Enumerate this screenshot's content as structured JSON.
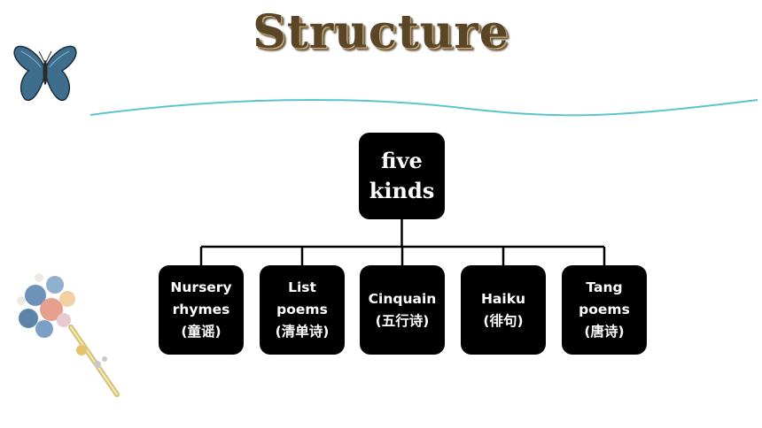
{
  "slide": {
    "title": "Structure"
  },
  "diagram": {
    "root": {
      "label": "five\nkinds"
    },
    "children": [
      {
        "label": "Nursery\nrhymes\n(童谣)"
      },
      {
        "label": "List\npoems\n(清单诗)"
      },
      {
        "label": "Cinquain\n(五行诗)"
      },
      {
        "label": "Haiku\n(徘句)"
      },
      {
        "label": "Tang\npoems\n(唐诗)"
      }
    ]
  },
  "colors": {
    "node_fill": "#000000",
    "node_text": "#ffffff",
    "wave_line": "#5bc4cf",
    "title_text": "#5a4526"
  },
  "decorations": {
    "top_left": "butterfly-icon",
    "bottom_left": "hairpin-ornament-icon"
  }
}
